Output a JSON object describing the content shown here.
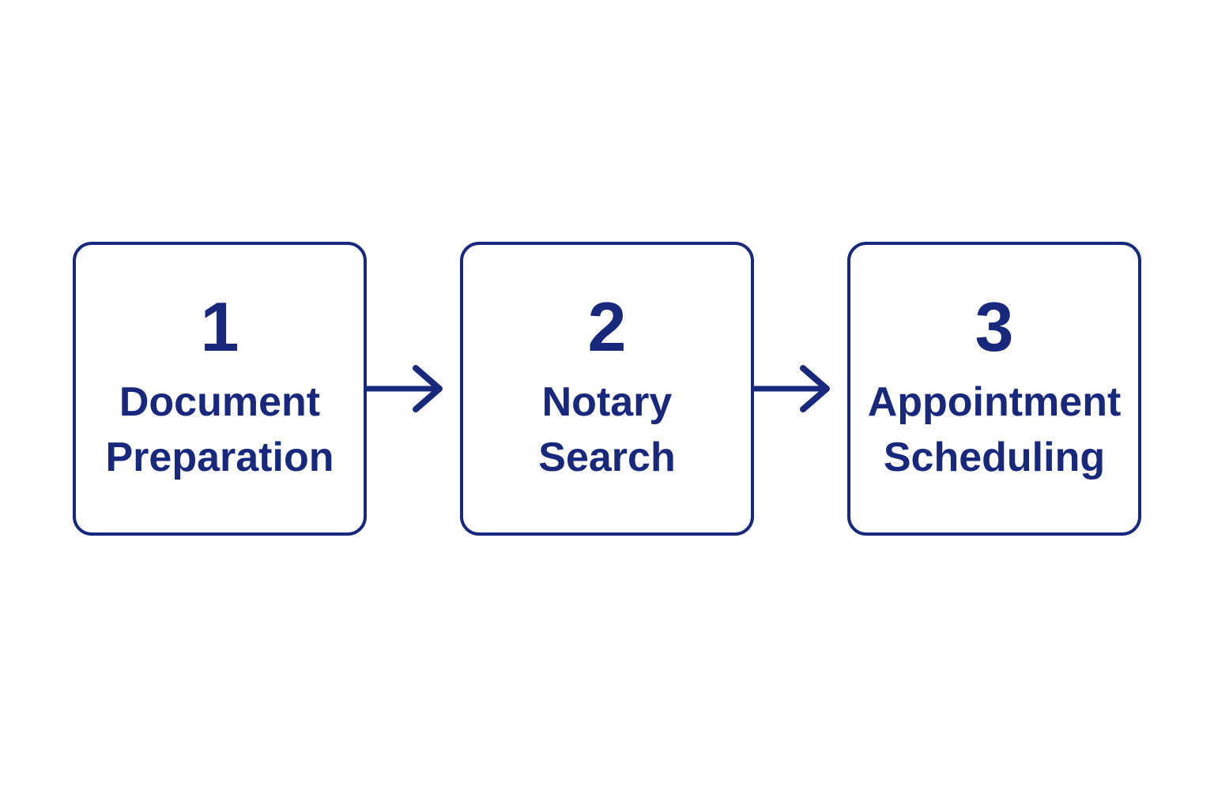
{
  "diagram": {
    "accent_color": "#18287c",
    "background_color": "#ffffff",
    "steps": [
      {
        "number": "1",
        "lines": [
          "Document",
          "Preparation"
        ]
      },
      {
        "number": "2",
        "lines": [
          "Notary",
          "Search"
        ]
      },
      {
        "number": "3",
        "lines": [
          "Appointment",
          "Scheduling"
        ]
      }
    ],
    "connectors": [
      {
        "icon": "arrow-right"
      },
      {
        "icon": "arrow-right"
      }
    ]
  }
}
